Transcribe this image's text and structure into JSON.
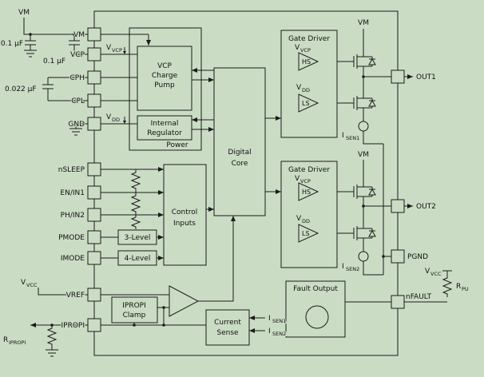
{
  "colors": {
    "background": "#cbdcc4",
    "line": "#1b1b1b",
    "text": "#111111"
  },
  "pins": {
    "left": [
      "VM",
      "VCP",
      "CPH",
      "CPL",
      "GND",
      "nSLEEP",
      "EN/IN1",
      "PH/IN2",
      "PMODE",
      "IMODE",
      "VREF",
      "IPROPI"
    ],
    "right": [
      "OUT1",
      "OUT2",
      "PGND",
      "nFAULT"
    ]
  },
  "external": {
    "vm": "VM",
    "cap_vm": "0.1 µF",
    "cap_vcp": "0.1 µF",
    "cap_cp": "0.022 µF"
  },
  "nets": {
    "vm": "VM"
  },
  "sub": {
    "v": "V",
    "i": "I",
    "r": "R",
    "vcp": "VCP",
    "dd": "DD",
    "vcc": "VCC",
    "sen1": "SEN1",
    "sen2": "SEN2",
    "pu": "PU",
    "ipropi": "IPROPI"
  },
  "blocks": {
    "charge_pump": [
      "VCP",
      "Charge",
      "Pump"
    ],
    "regulator": [
      "Internal",
      "Regulator"
    ],
    "power": "Power",
    "digital_core": [
      "Digital",
      "Core"
    ],
    "control_inputs": [
      "Control",
      "Inputs"
    ],
    "three_level": "3-Level",
    "four_level": "4-Level",
    "ipropi_clamp": [
      "IPROPI",
      "Clamp"
    ],
    "current_sense": [
      "Current",
      "Sense"
    ],
    "gate_driver": "Gate Driver",
    "hs": "HS",
    "ls": "LS",
    "fault_output": "Fault Output"
  }
}
